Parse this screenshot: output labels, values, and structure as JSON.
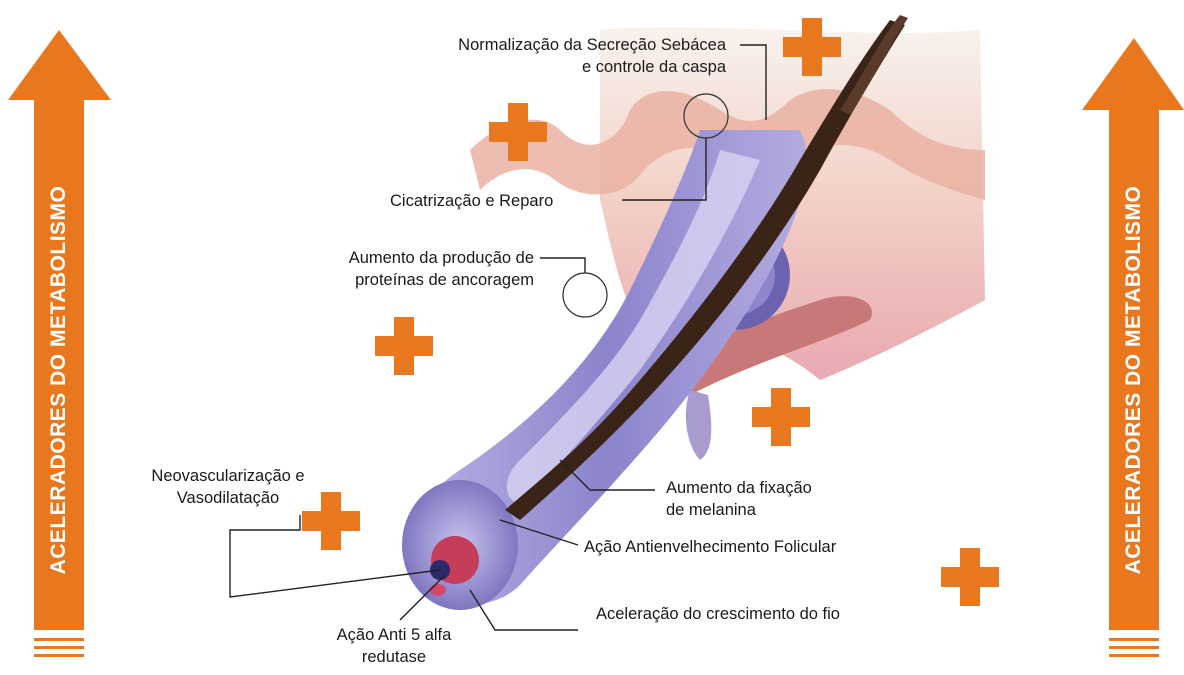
{
  "colors": {
    "accent": "#e8771e",
    "skin": "#f2c6bd",
    "follicle": "#9a8fd0",
    "bulb": "#7f78c4",
    "hair": "#3a2418"
  },
  "arrows": {
    "left_label": "ACELERADORES DO METABOLISMO",
    "right_label": "ACELERADORES DO METABOLISMO"
  },
  "callouts": {
    "sebaceous": [
      "Normalização da Secreção Sebácea",
      "e controle da caspa"
    ],
    "healing": [
      "Cicatrização e Reparo"
    ],
    "anchoring": [
      "Aumento da produção de",
      "proteínas de ancoragem"
    ],
    "neovascular": [
      "Neovascularização e",
      "Vasodilatação"
    ],
    "melanin": [
      "Aumento da fixação",
      "de melanina"
    ],
    "antiaging": [
      "Ação Antienvelhecimento Folicular"
    ],
    "growth": [
      "Aceleração do crescimento do fio"
    ],
    "anti5alfa": [
      "Ação Anti 5 alfa",
      "redutase"
    ]
  },
  "icons": {
    "plus": "plus-icon",
    "arrow": "arrow-up-icon"
  }
}
